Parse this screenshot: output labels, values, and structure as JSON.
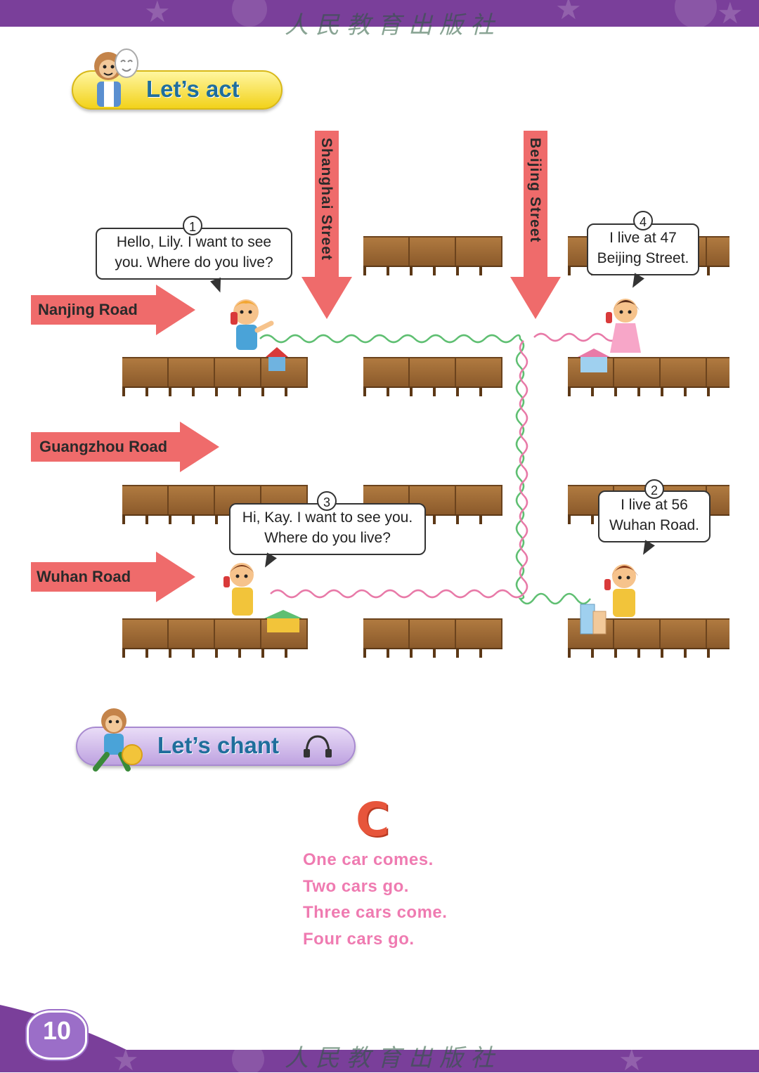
{
  "header": {
    "watermark": "人民教育出版社"
  },
  "sections": {
    "act": {
      "title": "Let’s act"
    },
    "chant": {
      "title": "Let’s chant"
    }
  },
  "map": {
    "streets": {
      "shanghai": "Shanghai Street",
      "beijing": "Beijing Street"
    },
    "roads": {
      "nanjing": "Nanjing Road",
      "guangzhou": "Guangzhou Road",
      "wuhan": "Wuhan Road"
    },
    "bubbles": [
      {
        "num": "1",
        "text": "Hello, Lily. I want to see you. Where do you live?"
      },
      {
        "num": "2",
        "text": "I live at 56 Wuhan Road."
      },
      {
        "num": "3",
        "text": "Hi, Kay. I want to see you. Where do you live?"
      },
      {
        "num": "4",
        "text": "I live at 47 Beijing Street."
      }
    ]
  },
  "chant": {
    "letter": "C",
    "lines": [
      "One car comes.",
      "Two cars go.",
      "Three cars come.",
      "Four cars go."
    ]
  },
  "footer": {
    "page_number": "10",
    "watermark": "人民教育出版社"
  },
  "colors": {
    "band": "#7a3f9a",
    "arrow": "#ef6b6b",
    "chant_text": "#ef7bb1",
    "title_text": "#1f6e9c"
  }
}
